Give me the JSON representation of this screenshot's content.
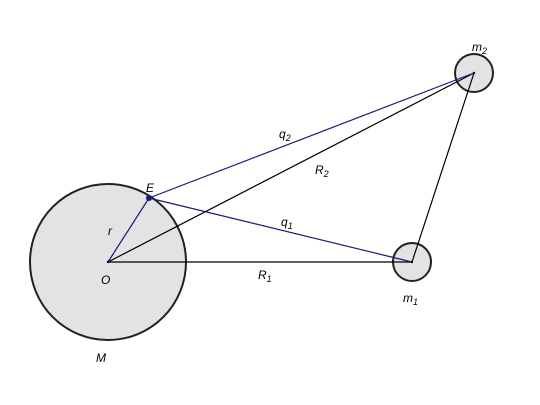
{
  "colors": {
    "body_fill": "#e3e3e3",
    "body_stroke": "#222222",
    "black_line": "#000000",
    "blue_line": "#1a1a7a",
    "point": "#1a1a7a"
  },
  "labels": {
    "E": "E",
    "r": "r",
    "O": "O",
    "M": "M",
    "R": "R",
    "q": "q",
    "m": "m",
    "sub1": "1",
    "sub2": "2"
  }
}
